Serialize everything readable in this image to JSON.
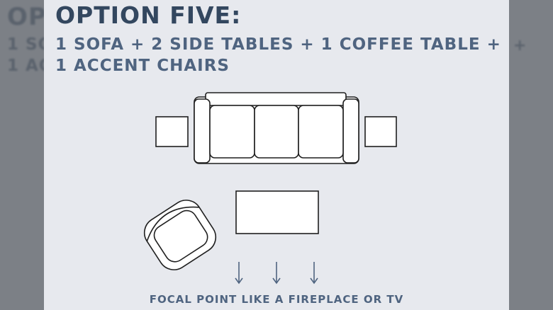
{
  "title": "OPTION FIVE:",
  "subtitle_line1": "1 SOFA + 2 SIDE TABLES + 1 COFFEE TABLE +",
  "subtitle_line2": "1 ACCENT CHAIRS",
  "focal_label": "FOCAL POINT LIKE A FIREPLACE OR TV",
  "background": {
    "title_fragment": "OP",
    "line1_fragment": "1 SO",
    "line2_fragment": "1 AC",
    "plus": "+"
  },
  "diagram": {
    "items": [
      "sofa",
      "side-table-left",
      "side-table-right",
      "coffee-table",
      "accent-chair"
    ],
    "arrows": 3,
    "stroke": "#1f1f1f",
    "fill": "#ffffff"
  },
  "colors": {
    "title": "#33475f",
    "subtitle": "#4f6480",
    "card": "#e7e9ee",
    "backdrop": "#7c8086"
  }
}
